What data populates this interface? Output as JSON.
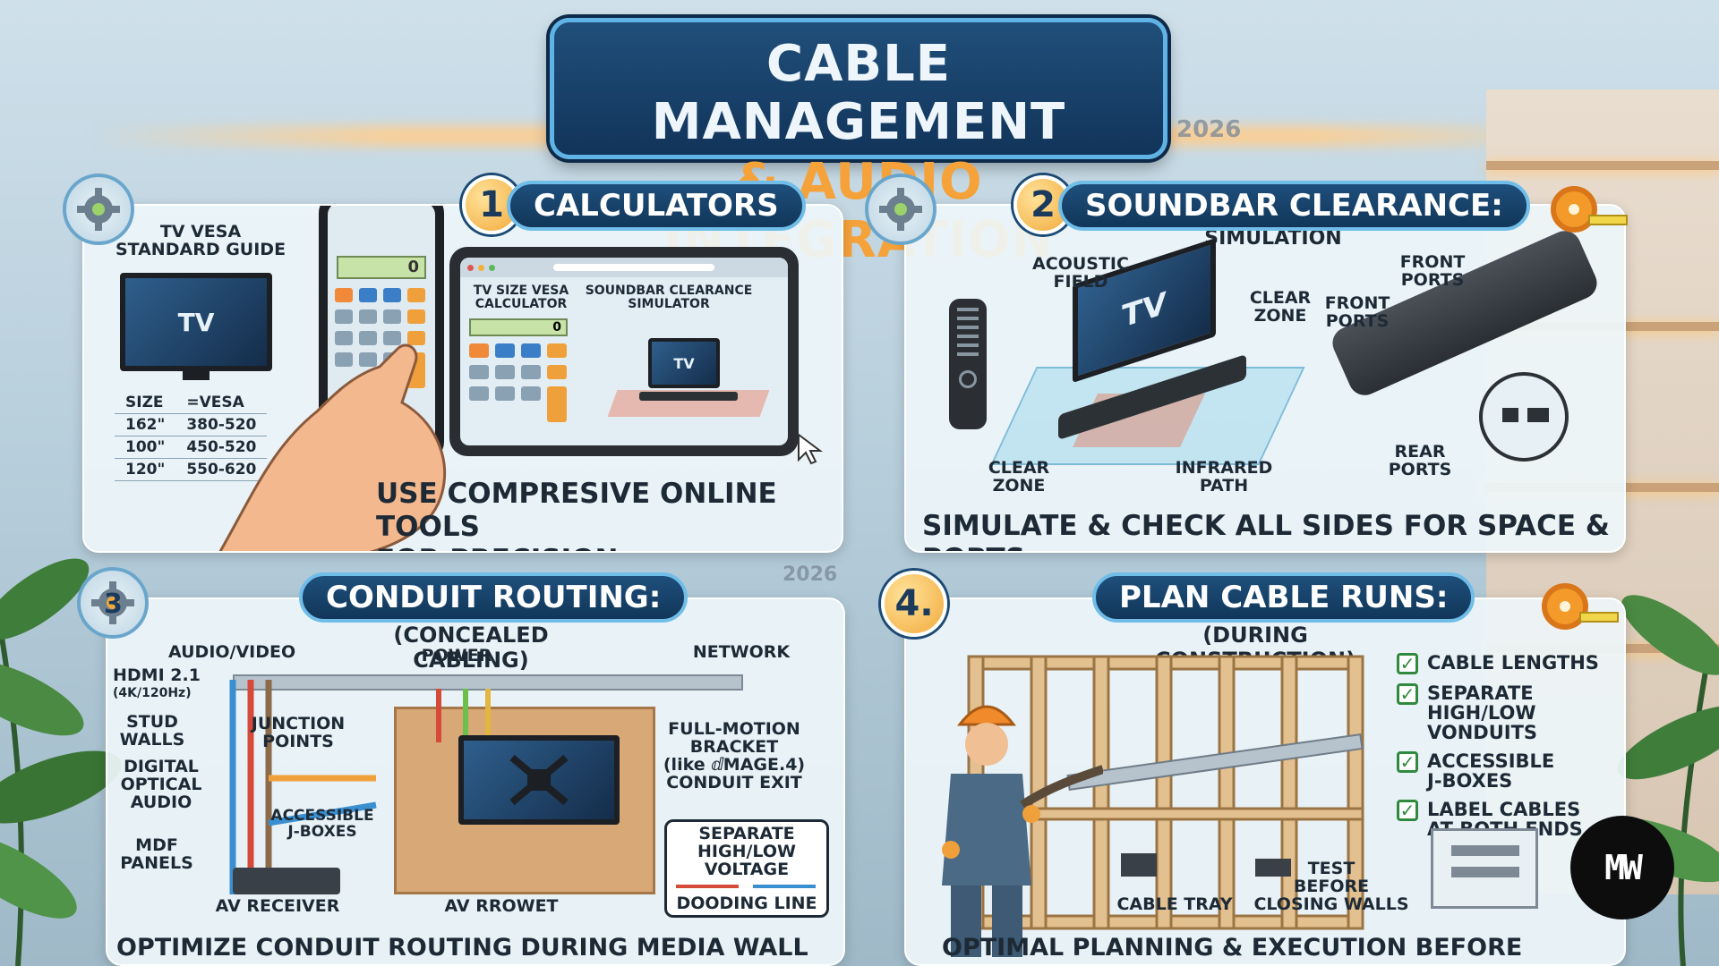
{
  "title": {
    "line1": "CABLE MANAGEMENT",
    "line2": "& AUDIO INTEGRATION"
  },
  "year_marks": [
    "2026",
    "2026"
  ],
  "logo_text": "MW",
  "panels": [
    {
      "number": "1",
      "heading": "CALCULATORS",
      "vesa_guide": {
        "title": "TV VESA\nSTANDARD GUIDE",
        "tv": "TV",
        "headers": [
          "SIZE",
          "=VESA"
        ],
        "rows": [
          [
            "162\"",
            "380-520"
          ],
          [
            "100\"",
            "450-520"
          ],
          [
            "120\"",
            "550-620"
          ]
        ]
      },
      "phone_display": "0",
      "tablet": {
        "col1": "TV SIZE VESA\nCALCULATOR",
        "col2": "SOUNDBAR CLEARANCE\nSIMULATOR",
        "display": "0",
        "tv": "TV"
      },
      "caption": "USE COMPRESIVE ONLINE TOOLS\nFOR PRECISION MEASUREMENTS"
    },
    {
      "number": "2",
      "heading": "SOUNDBAR CLEARANCE:",
      "subtitle": "SIMULATION",
      "labels": {
        "acoustic": "ACOUSTIC\nFIELD",
        "clear1": "CLEAR\nZONE",
        "clear2": "CLEAR\nZONE",
        "infrared": "INFRARED\nPATH",
        "front1": "FRONT\nPORTS",
        "front2": "FRONT\nPORTS",
        "rear": "REAR\nPORTS",
        "tv": "TV"
      },
      "caption": "SIMULATE & CHECK ALL SIDES FOR SPACE & PORTS"
    },
    {
      "number": "3",
      "heading": "CONDUIT ROUTING:",
      "subtitle": "(CONCEALED CABLING)",
      "labels": {
        "av": "AUDIO/VIDEO",
        "power": "POWER",
        "network": "NETWORK",
        "hdmi": "HDMI 2.1",
        "hdmi_sub": "(4K/120Hz)",
        "stud": "STUD\nWALLS",
        "junction": "JUNCTION\nPOINTS",
        "optical": "DIGITAL\nOPTICAL\nAUDIO",
        "jbox": "ACCESSIBLE\nJ-BOXES",
        "mdf": "MDF\nPANELS",
        "receiver": "AV RECEIVER",
        "grommet": "AV RROWET",
        "bracket": "FULL-MOTION\nBRACKET\n(like ⅆMAGE.4)\nCONDUIT EXIT",
        "separate": "SEPARATE\nHIGH/LOW\nVOLTAGE",
        "dooding": "DOODING LINE"
      },
      "caption": "OPTIMIZE CONDUIT ROUTING DURING MEDIA WALL CONSTRUCTION"
    },
    {
      "number": "4.",
      "heading": "PLAN CABLE RUNS:",
      "subtitle": "(DURING CONSTRUCTION)",
      "checklist": [
        "CABLE LENGTHS",
        "SEPARATE\nHIGH/LOW VONDUITS",
        "ACCESSIBLE\nJ-BOXES",
        "LABEL CABLES\nAT BOTH ENDS"
      ],
      "labels": {
        "tray": "CABLE TRAY",
        "test": "TEST\nBEFORE\nCLOSING WALLS"
      },
      "caption": "OPTIMAL PLANNING & EXECUTION BEFORE CLOSING WALLS"
    }
  ],
  "colors": {
    "navy": "#12345a",
    "accent_blue": "#5fb3e6",
    "orange": "#f6a23a",
    "check_green": "#2f8a3e",
    "panel": "#eef6fa"
  }
}
